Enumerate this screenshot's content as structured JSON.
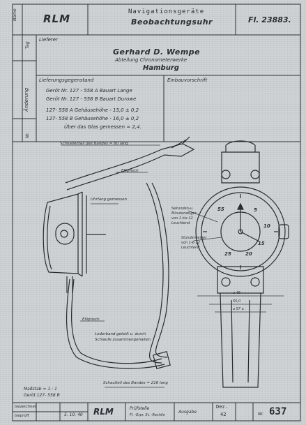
{
  "header": {
    "rlm": "RLM",
    "category": "Navigationsgeräte",
    "product": "Beobachtungsuhr",
    "sheet_ref": "Fl. 23883."
  },
  "left_margin": {
    "name": "Name",
    "tag": "Tag",
    "aenderung": "Änderung",
    "nr": "Nr."
  },
  "supplier": {
    "label": "Lieferer",
    "company": "Gerhard D. Wempe",
    "department": "Abteilung Chronometerwerke",
    "city": "Hamburg"
  },
  "delivery_label": "Lieferungsgegenstand",
  "reference_label": "Einbauvorschrift",
  "items": [
    "Geröt Nr. 127 - 558 A  Bauart Lange",
    "Geröt Nr. 127 - 558 B  Bauart Durowe",
    "127- 558 A  Gehäusehöhe - 15,0 ± 0,2",
    "127- 558 B  Gehäusehöhe - 16,0 ± 0,2",
    "Über das Glas gemessen ≈ 2,4."
  ],
  "drawing_notes": {
    "top_strap": "Schnallenteil des Bandes = 80 lang",
    "ellipse": "Elliptisch",
    "case_label": "Uhrfang gemessen",
    "lower_curve": "Elliptisch",
    "strap_note_1": "Lederband geteilt u. durch",
    "strap_note_2": "Schlaufe zusammengehalten",
    "bottom_strap": "Schaulteil des Bandes = 216 lang",
    "window_1": "Sekunden-u.",
    "window_2": "Minutenzeiger",
    "window_3": "von 1 bis 12",
    "window_4": "Leuchtend",
    "hand_1": "Stundenzeiger",
    "hand_2": "von 1-6 12",
    "hand_3": "Leuchtend",
    "dim_1": "⌀ 46",
    "dim_2": "55,0",
    "dim_3": "⌀ 57 ⌀"
  },
  "footer": {
    "scale": "Maßstab = 1 : 1",
    "device": "Geröt 127- 558 B",
    "drawn_label": "Gezeichnet",
    "checked_label": "Geprüft",
    "date": "5. 10. 40",
    "rlm": "RLM",
    "approved_1": "Prüfstelle",
    "approved_2": "Fl. -Erpr. St. -Rechlin",
    "ausgabe_label": "Ausgabe",
    "doc_label": "Dez.",
    "doc_number": "42",
    "number_label": "Nr.",
    "number": "637"
  },
  "dial_numbers": [
    "55",
    "5",
    "10",
    "15",
    "20",
    "25"
  ]
}
